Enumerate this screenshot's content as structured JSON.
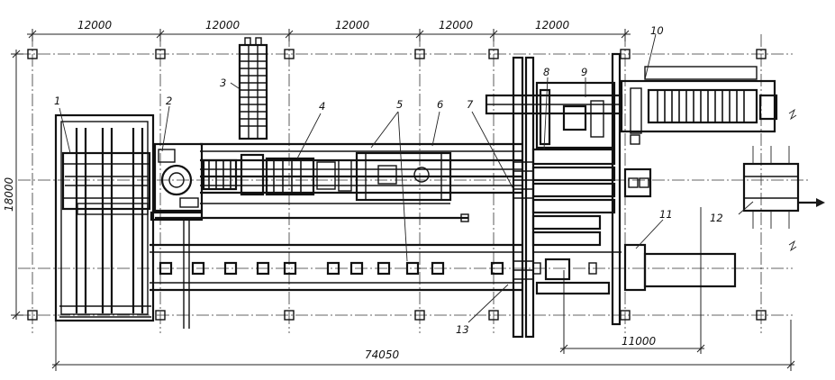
{
  "dimensions": {
    "top_spans": [
      "12000",
      "12000",
      "12000",
      "12000",
      "12000"
    ],
    "overall_length": "74050",
    "overall_width": "18000",
    "right_span": "11000"
  },
  "callouts": [
    "1",
    "2",
    "3",
    "4",
    "5",
    "6",
    "7",
    "8",
    "9",
    "10",
    "11",
    "12",
    "13"
  ]
}
